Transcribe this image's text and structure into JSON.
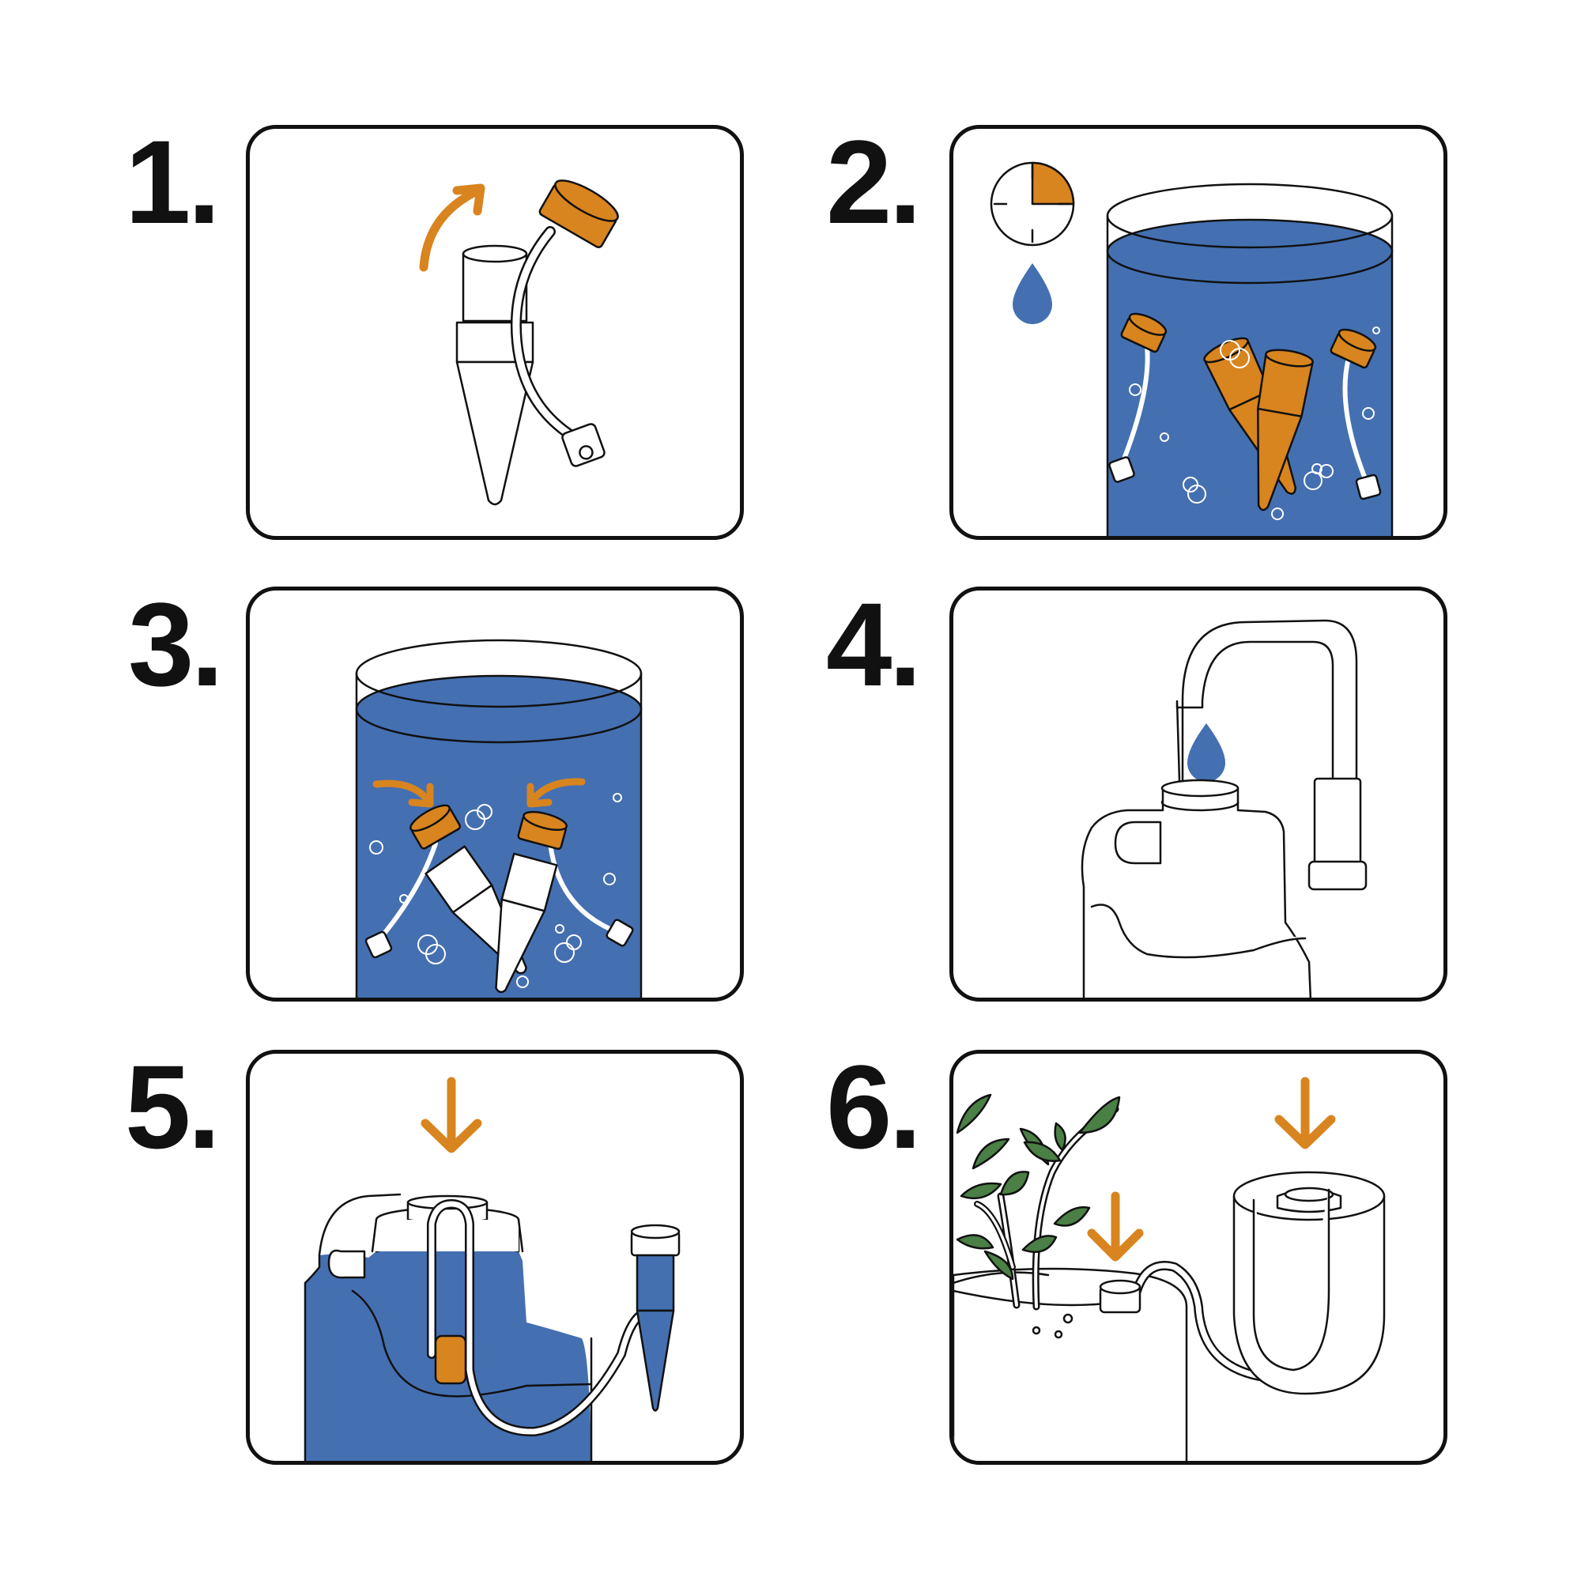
{
  "steps": [
    {
      "number": "1."
    },
    {
      "number": "2."
    },
    {
      "number": "3."
    },
    {
      "number": "4."
    },
    {
      "number": "5."
    },
    {
      "number": "6."
    }
  ],
  "colors": {
    "water": "#4470b1",
    "accent": "#d8841f",
    "leaf": "#4a7f45",
    "outline": "#111111",
    "background": "#ffffff"
  },
  "icons": [
    "curved-arrow-icon",
    "clock-icon",
    "water-drop-icon",
    "down-arrow-icon",
    "faucet-icon",
    "plant-icon"
  ]
}
